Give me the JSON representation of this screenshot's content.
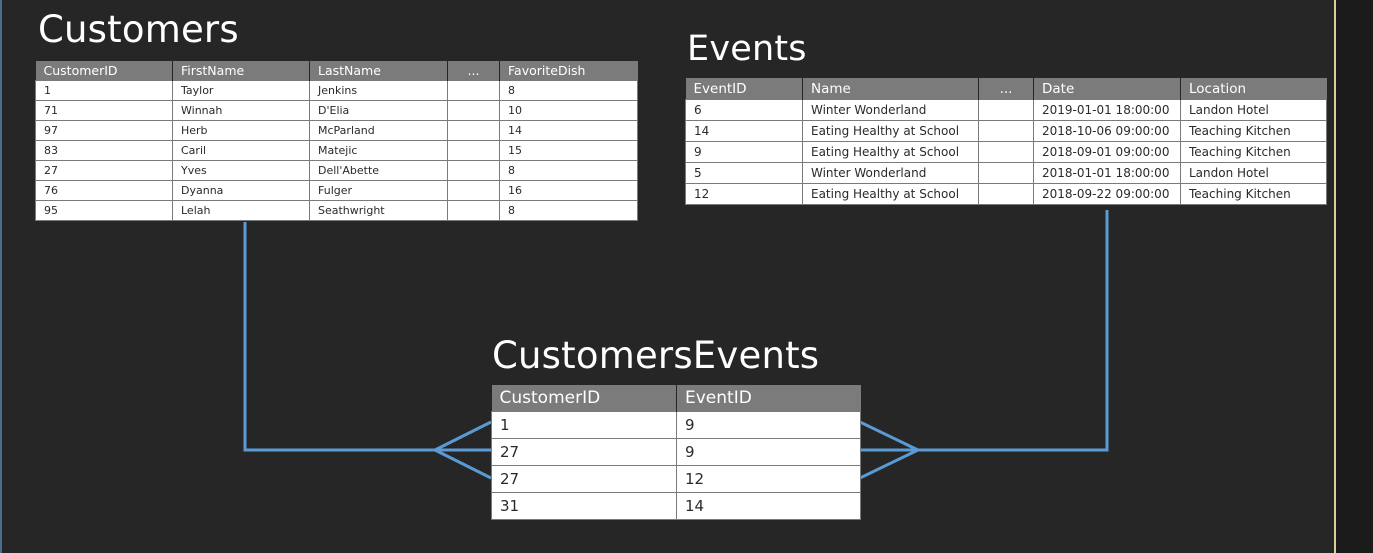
{
  "customers": {
    "title": "Customers",
    "columns": [
      "CustomerID",
      "FirstName",
      "LastName",
      "...",
      "FavoriteDish"
    ],
    "rows": [
      [
        "1",
        "Taylor",
        "Jenkins",
        "",
        "8"
      ],
      [
        "71",
        "Winnah",
        "D'Elia",
        "",
        "10"
      ],
      [
        "97",
        "Herb",
        "McParland",
        "",
        "14"
      ],
      [
        "83",
        "Caril",
        "Matejic",
        "",
        "15"
      ],
      [
        "27",
        "Yves",
        "Dell'Abette",
        "",
        "8"
      ],
      [
        "76",
        "Dyanna",
        "Fulger",
        "",
        "16"
      ],
      [
        "95",
        "Lelah",
        "Seathwright",
        "",
        "8"
      ]
    ]
  },
  "events": {
    "title": "Events",
    "columns": [
      "EventID",
      "Name",
      "...",
      "Date",
      "Location"
    ],
    "rows": [
      [
        "6",
        "Winter Wonderland",
        "",
        "2019-01-01 18:00:00",
        "Landon Hotel"
      ],
      [
        "14",
        "Eating Healthy at School",
        "",
        "2018-10-06 09:00:00",
        "Teaching Kitchen"
      ],
      [
        "9",
        "Eating Healthy at School",
        "",
        "2018-09-01 09:00:00",
        "Teaching Kitchen"
      ],
      [
        "5",
        "Winter Wonderland",
        "",
        "2018-01-01 18:00:00",
        "Landon Hotel"
      ],
      [
        "12",
        "Eating Healthy at School",
        "",
        "2018-09-22 09:00:00",
        "Teaching Kitchen"
      ]
    ]
  },
  "customers_events": {
    "title": "CustomersEvents",
    "columns": [
      "CustomerID",
      "EventID"
    ],
    "rows": [
      [
        "1",
        "9"
      ],
      [
        "27",
        "9"
      ],
      [
        "27",
        "12"
      ],
      [
        "31",
        "14"
      ]
    ]
  },
  "colors": {
    "background": "#262626",
    "header": "#7b7b7b",
    "connector": "#5b9bd5",
    "frame_right": "#d8d29a"
  }
}
